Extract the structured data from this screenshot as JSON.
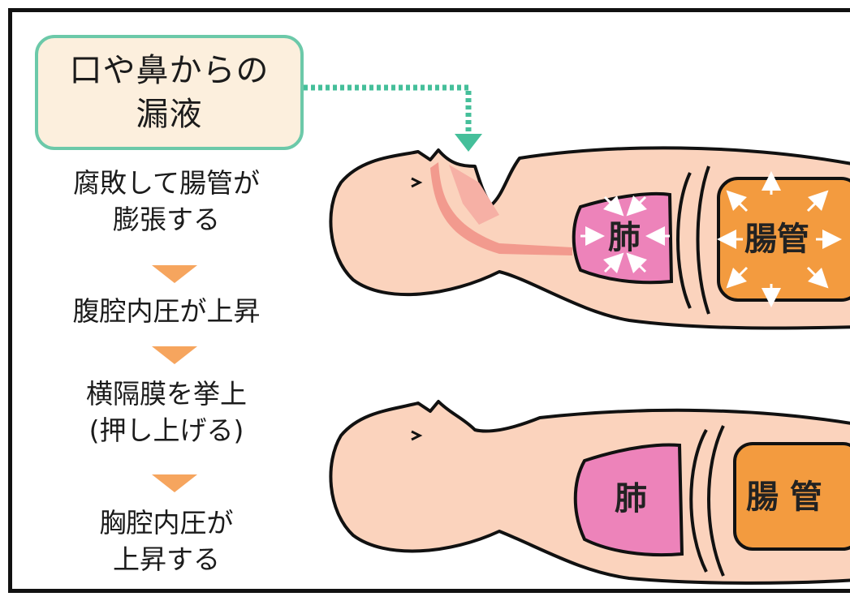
{
  "callout": {
    "line1": "口や鼻からの",
    "line2": "漏液"
  },
  "flow_steps": [
    {
      "lines": [
        "腐敗して腸管が",
        "膨張する"
      ]
    },
    {
      "lines": [
        "腹腔内圧が上昇"
      ]
    },
    {
      "lines": [
        "横隔膜を挙上",
        "(押し上げる)"
      ]
    },
    {
      "lines": [
        "胸腔内圧が",
        "上昇する"
      ]
    }
  ],
  "figure_top": {
    "lung_label": "肺",
    "intestine_label": "腸管"
  },
  "figure_bottom": {
    "lung_label": "肺",
    "intestine_label": "腸 管"
  },
  "colors": {
    "skin": "#fbd3bd",
    "lung": "#ed83ba",
    "intestine": "#f39b3f",
    "fluid": "#f29a8e",
    "callout_border": "#6cc9a9",
    "callout_fill": "#fcefdd",
    "flow_arrow": "#f6a55e",
    "leak_arrow": "#45bf9a"
  }
}
